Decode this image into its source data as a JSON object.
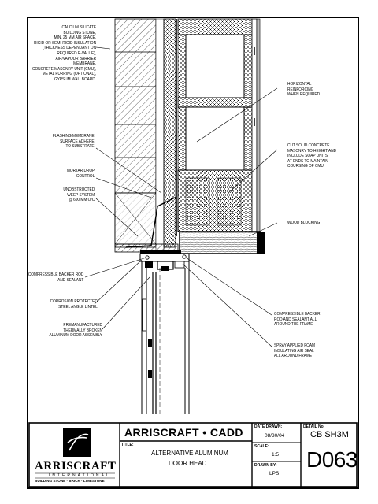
{
  "annotations": {
    "wall_assembly": "CALCIUM SILICATE\nBUILDING STONE,\nMIN. 25 MM AIR SPACE,\nRIGID OR SEMI-RIGID INSULATION\n(THICKNESS DEPENDANT ON\nREQUIRED R-VALUE),\nAIR/VAPOUR BARRIER\nMEMBRANE,\nCONCRETE MASONRY UNIT (CMU),\nMETAL FURRING (OPTIONAL),\nGYPSUM WALLBOARD.",
    "flashing": "FLASHING MEMBRANE\nSURFACE ADHERE\nTO SUBSTRATE",
    "mortar_drop": "MORTAR DROP\nCONTROL",
    "weep": "UNOBSTRUCTED\nWEEP SYSTEM\n@ 600 MM O/C",
    "backer_rod_left": "COMPRESSIBLE BACKER ROD\nAND SEALANT",
    "lintel": "CORROSION PROTECTED\nSTEEL ANGLE LINTEL",
    "door_assembly": "PREMANUFACTURED\nTHERMALLY BROKEN\nALUMINUM DOOR ASSEMBLY",
    "horizontal_reinforcing": "HORIZONTAL\nREINFORCING\nWHEN REQUIRED",
    "cut_concrete": "CUT SOLID CONCRETE\nMASONRY TO HEIGHT AND\nINCLUDE SOAP UNITS\nAT ENDS TO MAINTAIN\nCOURSING OF CMU",
    "wood_blocking": "WOOD BLOCKING",
    "backer_rod_right": "COMPRESSIBLE BACKER\nROD AND SEALANT ALL\nAROUND THE FRAME",
    "spray_foam": "SPRAY APPLIED FOAM\nINSULATING AIR SEAL\nALL AROUND FRAME"
  },
  "title_block": {
    "company": "ARRISCRAFT • CADD",
    "logo_name": "ARRISCRAFT",
    "logo_sub": "INTERNATIONAL",
    "logo_tagline": "BUILDING STONE · BRICK · LIMESTONE",
    "title_label": "TITLE:",
    "title_line1": "ALTERNATIVE ALUMINUM",
    "title_line2": "DOOR HEAD",
    "date_label": "DATE DRAWN:",
    "date_value": "08/30/04",
    "scale_label": "SCALE:",
    "scale_value": "1:5",
    "drawn_label": "DRAWN BY:",
    "drawn_value": "LPS",
    "detail_label": "DETAIL No:",
    "detail_series": "CB SH3M",
    "detail_number": "D063"
  }
}
